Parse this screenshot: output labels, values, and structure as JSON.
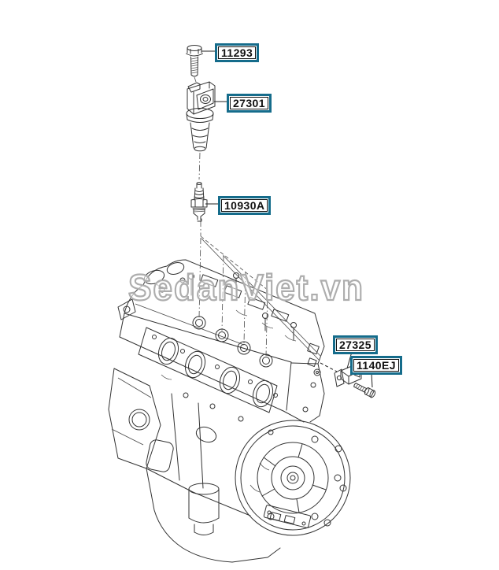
{
  "watermark": {
    "text": "SedanViet.vn"
  },
  "labels": {
    "bolt_top": "11293",
    "ignition_coil": "27301",
    "spark_plug": "10930A",
    "condenser": "27325",
    "condenser_bolt": "1140EJ"
  },
  "colors": {
    "background": "#ffffff",
    "label_border": "#156c8b",
    "label_text": "#111111",
    "line_art": "#333333",
    "watermark_outline": "#adadad"
  }
}
